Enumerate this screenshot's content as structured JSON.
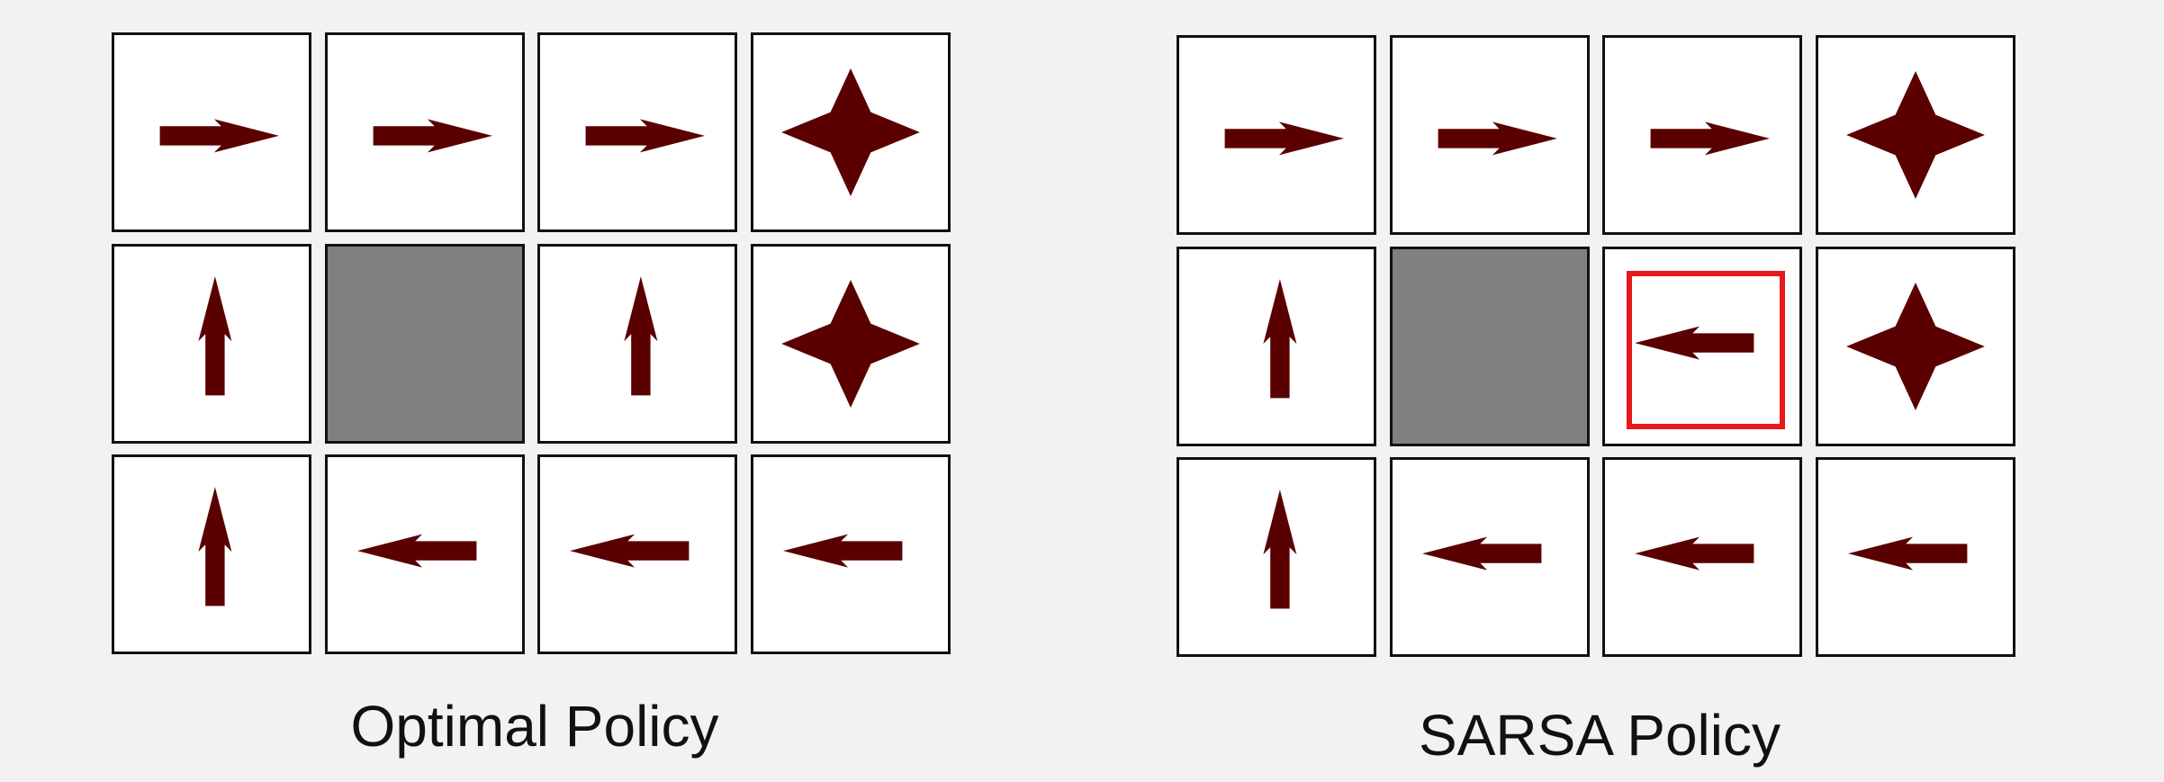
{
  "colors": {
    "background": "#f2f2f2",
    "cell": "#ffffff",
    "wall": "#808080",
    "arrow": "#5a0000",
    "highlight": "#e8191d",
    "border": "#111111"
  },
  "panels": [
    {
      "caption": "Optimal Policy",
      "grid": [
        [
          "right",
          "right",
          "right",
          "terminal"
        ],
        [
          "up",
          "wall",
          "up",
          "terminal"
        ],
        [
          "up",
          "left",
          "left",
          "left"
        ]
      ],
      "highlight": null
    },
    {
      "caption": "SARSA Policy",
      "grid": [
        [
          "right",
          "right",
          "right",
          "terminal"
        ],
        [
          "up",
          "wall",
          "left",
          "terminal"
        ],
        [
          "up",
          "left",
          "left",
          "left"
        ]
      ],
      "highlight": {
        "row": 1,
        "col": 2
      }
    }
  ]
}
